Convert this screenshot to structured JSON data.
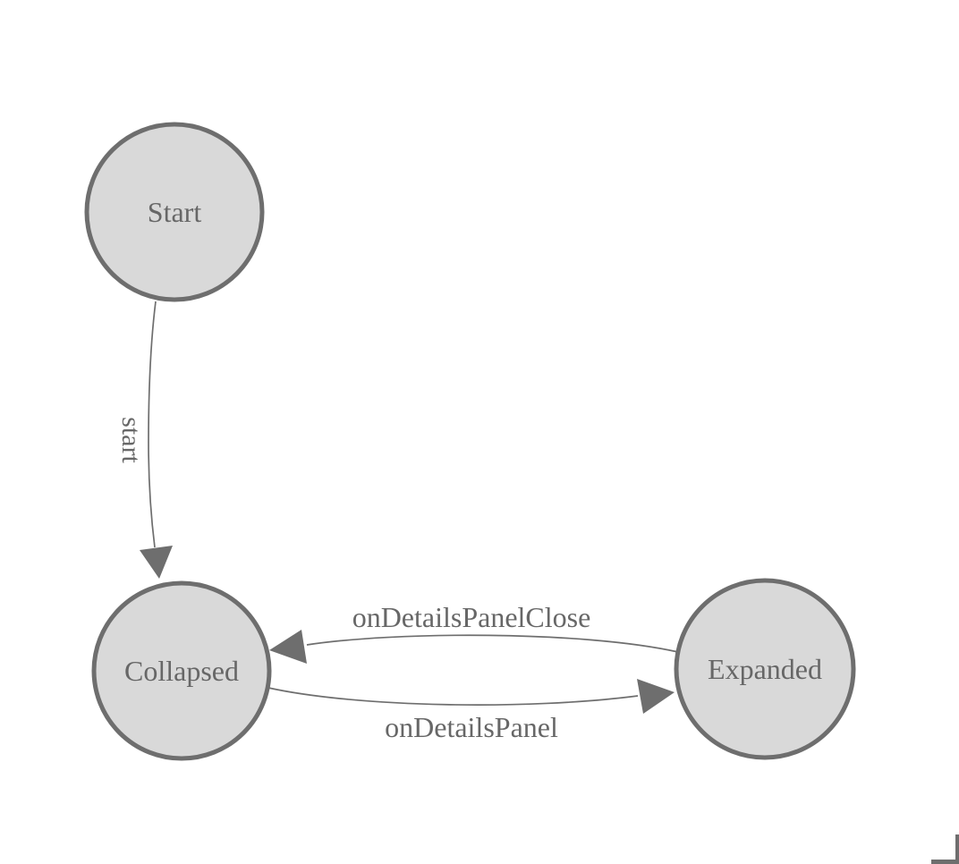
{
  "colors": {
    "background": "#ffffff",
    "node_fill": "#d9d9d9",
    "node_border": "#6e6e6e",
    "edge": "#6e6e6e",
    "text": "#676767"
  },
  "diagram": {
    "type": "state-machine",
    "nodes": [
      {
        "id": "start",
        "label": "Start"
      },
      {
        "id": "collapsed",
        "label": "Collapsed"
      },
      {
        "id": "expanded",
        "label": "Expanded"
      }
    ],
    "edges": [
      {
        "from": "Start",
        "to": "Collapsed",
        "label": "start",
        "label_rotation_deg": 90
      },
      {
        "from": "Collapsed",
        "to": "Expanded",
        "label": "onDetailsPanel",
        "label_rotation_deg": 0
      },
      {
        "from": "Expanded",
        "to": "Collapsed",
        "label": "onDetailsPanelClose",
        "label_rotation_deg": 0
      }
    ]
  },
  "icons": {
    "corner_bracket": "canvas-corner-bracket"
  }
}
